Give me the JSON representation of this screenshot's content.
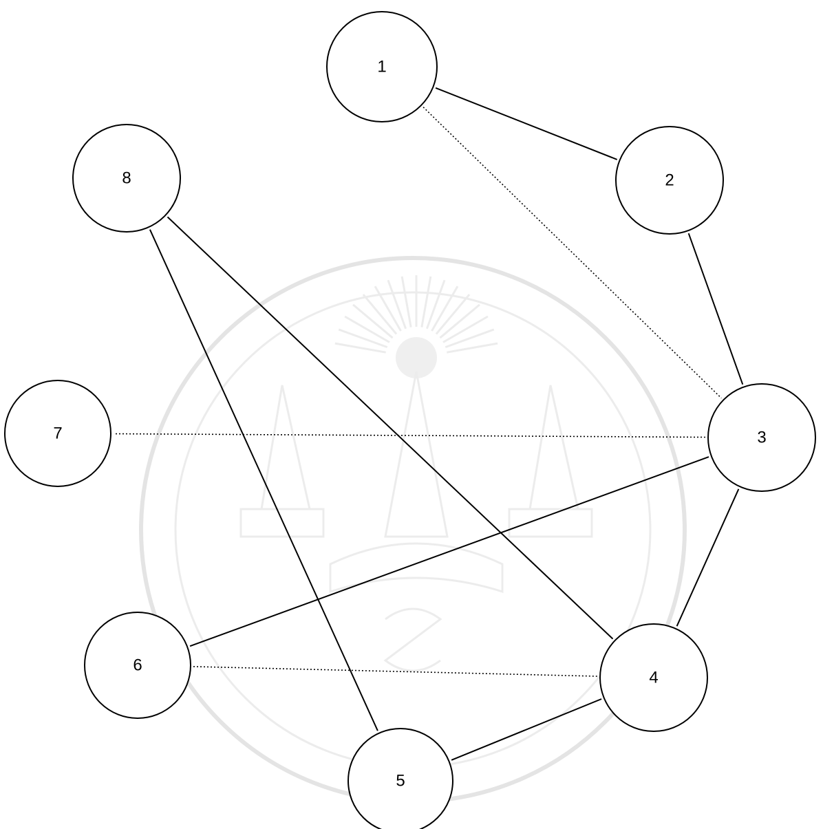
{
  "diagram": {
    "nodes": [
      {
        "id": "1",
        "label": "1"
      },
      {
        "id": "2",
        "label": "2"
      },
      {
        "id": "3",
        "label": "3"
      },
      {
        "id": "4",
        "label": "4"
      },
      {
        "id": "5",
        "label": "5"
      },
      {
        "id": "6",
        "label": "6"
      },
      {
        "id": "7",
        "label": "7"
      },
      {
        "id": "8",
        "label": "8"
      }
    ],
    "edges": [
      {
        "from": "1",
        "to": "2",
        "style": "solid"
      },
      {
        "from": "2",
        "to": "3",
        "style": "solid"
      },
      {
        "from": "1",
        "to": "3",
        "style": "dotted"
      },
      {
        "from": "3",
        "to": "7",
        "style": "dotted"
      },
      {
        "from": "3",
        "to": "6",
        "style": "solid"
      },
      {
        "from": "3",
        "to": "4",
        "style": "solid"
      },
      {
        "from": "8",
        "to": "4",
        "style": "solid"
      },
      {
        "from": "8",
        "to": "5",
        "style": "solid"
      },
      {
        "from": "6",
        "to": "4",
        "style": "dotted"
      },
      {
        "from": "4",
        "to": "5",
        "style": "solid"
      }
    ],
    "colors": {
      "line": "#000000",
      "node_fill": "#ffffff",
      "watermark": "#e4e4e4"
    }
  }
}
